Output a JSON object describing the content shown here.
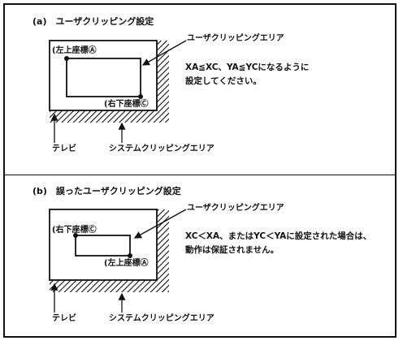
{
  "panel_a": {
    "heading": "(a)　ユーザクリッピング設定",
    "user_area_label": "ユーザクリッピングエリア",
    "upper_left_label": "(左上座標Ⓐ",
    "lower_right_label": "(右下座標Ⓒ",
    "note_line1": "XA≦XC、YA≦YCになるように",
    "note_line2": "設定してください。",
    "tv_label": "テレビ",
    "system_area_label": "システムクリッピングエリア"
  },
  "panel_b": {
    "heading": "(b)　誤ったユーザクリッピング設定",
    "user_area_label": "ユーザクリッピングエリア",
    "lower_right_label": "(右下座標Ⓒ",
    "upper_left_label": "(左上座標Ⓐ",
    "note_line1": "XC＜XA、またはYC＜YAに設定された場合は、",
    "note_line2": "動作は保証されません。",
    "tv_label": "テレビ",
    "system_area_label": "システムクリッピングエリア"
  }
}
